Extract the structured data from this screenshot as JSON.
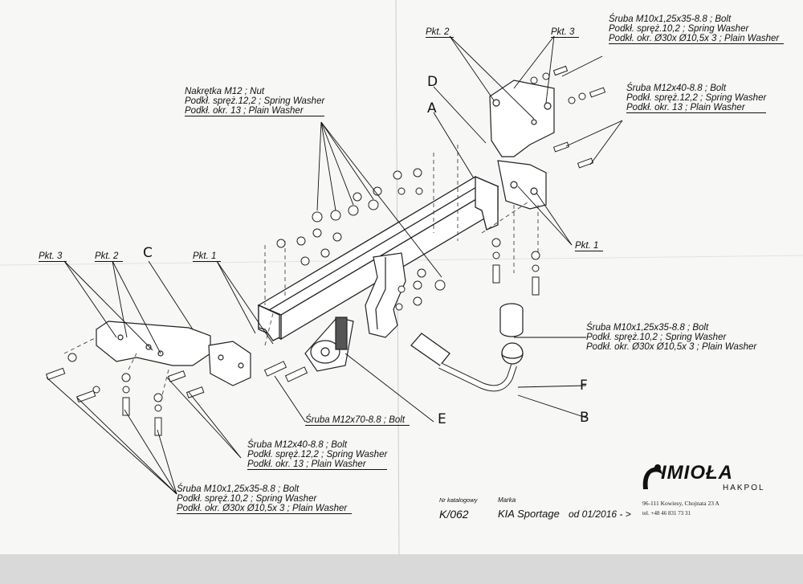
{
  "labels": {
    "bolt_m10_top": [
      "Śruba M10x1,25x35-8.8 ; Bolt",
      "Podkł. spręż.10,2 ; Spring Washer",
      "Podkł. okr.  Ø30x Ø10,5x 3 ; Plain Washer"
    ],
    "bolt_m12_top": [
      "Śruba M12x40-8.8 ; Bolt",
      "Podkł. spręż.12,2 ; Spring Washer",
      "Podkł. okr. 13 ; Plain Washer"
    ],
    "nut_m12": [
      "Nakrętka  M12 ; Nut",
      "Podkł. spręż.12,2 ; Spring Washer",
      "Podkł. okr. 13 ; Plain Washer"
    ],
    "bolt_m10_right": [
      "Śruba M10x1,25x35-8.8 ; Bolt",
      "Podkł. spręż.10,2 ; Spring Washer",
      "Podkł. okr.  Ø30x Ø10,5x 3 ; Plain Washer"
    ],
    "bolt_m12x70": "Śruba M12x70-8.8 ; Bolt",
    "bolt_m12_bottom": [
      "Śruba M12x40-8.8 ; Bolt",
      "Podkł. spręż.12,2 ; Spring Washer",
      "Podkł. okr. 13 ; Plain Washer"
    ],
    "bolt_m10_bottom": [
      "Śruba M10x1,25x35-8.8 ; Bolt",
      "Podkł. spręż.10,2 ; Spring Washer",
      "Podkł. okr.  Ø30x Ø10,5x 3 ; Plain Washer"
    ]
  },
  "points": {
    "pkt2_top": "Pkt. 2",
    "pkt3_top": "Pkt. 3",
    "pkt1_right": "Pkt. 1",
    "pkt3_left": "Pkt. 3",
    "pkt2_left": "Pkt. 2",
    "pkt1_left": "Pkt. 1"
  },
  "letters": {
    "a": "A",
    "b": "B",
    "c": "C",
    "d": "D",
    "e": "E",
    "f": "F"
  },
  "footer": {
    "catalog_caption": "Nr katalogowy",
    "catalog_number": "K/062",
    "brand_caption": "Marka",
    "vehicle": "KIA Sportage",
    "date_range": "od 01/2016 - >"
  },
  "logo": {
    "name": "IMIOŁA",
    "sub": "HAKPOL",
    "address": "96-111 Kowiesy, Chojnata 23 A",
    "phone": "tel. +48 46 831 73 31"
  }
}
